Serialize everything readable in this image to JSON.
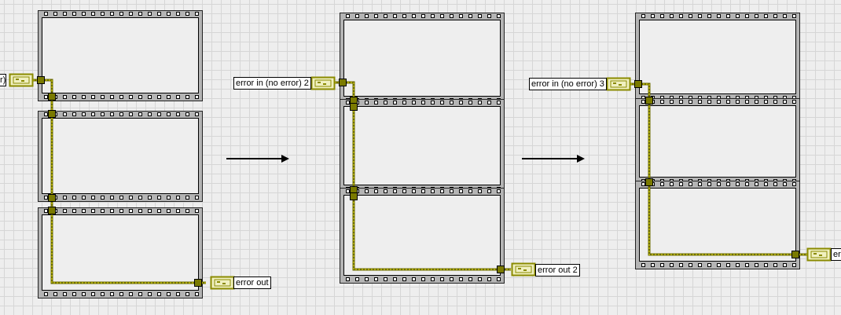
{
  "diagrams": [
    {
      "in_label": "r)",
      "out_label": "error out"
    },
    {
      "in_label": "error in (no error) 2",
      "out_label": "error out 2"
    },
    {
      "in_label": "error in (no error) 3",
      "out_label": "er"
    }
  ],
  "colors": {
    "wire": "#e8e000",
    "tunnel": "#7a7a00",
    "frame": "#b4b4b4"
  }
}
